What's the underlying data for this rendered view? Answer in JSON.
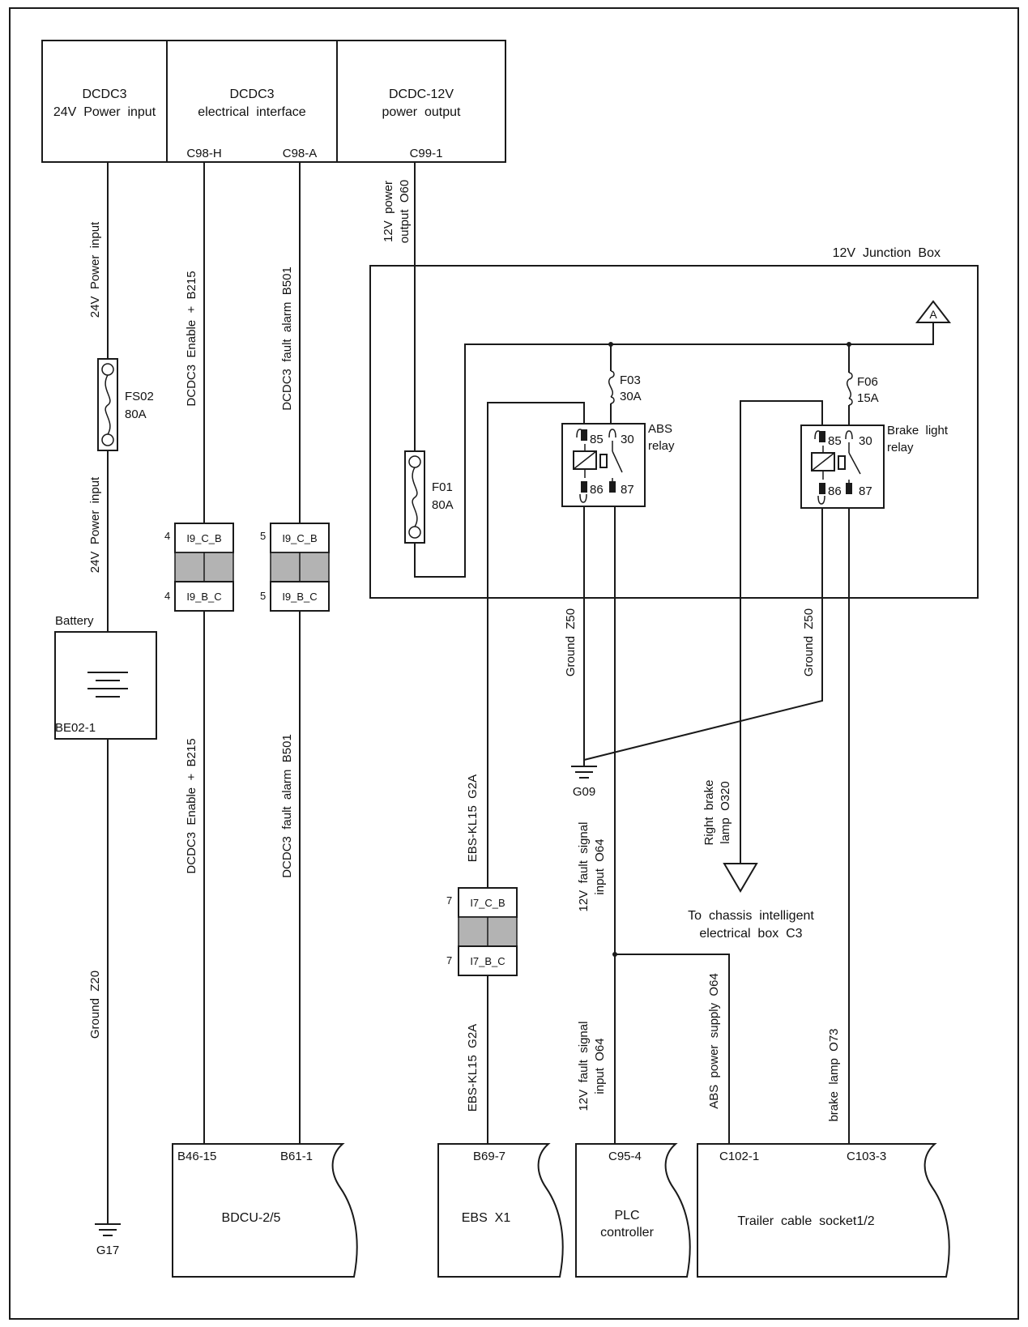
{
  "modules": {
    "dcdc_power_input": [
      "DCDC3",
      "24V  Power  input"
    ],
    "dcdc_interface": [
      "DCDC3",
      "electrical  interface"
    ],
    "dcdc_output": [
      "DCDC-12V",
      "power  output"
    ],
    "pin_c98h": "C98-H",
    "pin_c98a": "C98-A",
    "pin_c99": "C99-1"
  },
  "wires": {
    "power_24v_upper": "24V  Power  input",
    "power_24v_lower": "24V  Power  input",
    "enable_upper": "DCDC3  Enable  +  B215",
    "enable_lower": "DCDC3  Enable  +  B215",
    "fault_upper": "DCDC3  fault  alarm  B501",
    "fault_lower": "DCDC3  fault  alarm  B501",
    "power_12v_output": [
      "12V  power",
      "output  O60"
    ],
    "ground_z20": "Ground  Z20",
    "ground_z50_left": "Ground  Z50",
    "ground_z50_right": "Ground  Z50",
    "ebs_upper": "EBS-KL15  G2A",
    "ebs_lower": "EBS-KL15  G2A",
    "fault_signal_upper": [
      "12V  fault  signal",
      "input  O64"
    ],
    "fault_signal_lower": [
      "12V  fault  signal",
      "input  O64"
    ],
    "right_brake_lamp": [
      "Right  brake",
      "lamp  O320"
    ],
    "abs_power_supply": "ABS  power  supply  O64",
    "brake_lamp": "brake  lamp  O73"
  },
  "fuses": {
    "fs02": [
      "FS02",
      "80A"
    ],
    "f01": [
      "F01",
      "80A"
    ],
    "f03": [
      "F03",
      "30A"
    ],
    "f06": [
      "F06",
      "15A"
    ]
  },
  "junction_box": {
    "title": "12V  Junction  Box",
    "marker": "A"
  },
  "relays": {
    "abs": {
      "label": [
        "ABS",
        "relay"
      ],
      "pins": [
        "85",
        "30",
        "86",
        "87"
      ]
    },
    "brake": {
      "label": [
        "Brake  light",
        "relay"
      ],
      "pins": [
        "85",
        "30",
        "86",
        "87"
      ]
    }
  },
  "battery": {
    "label": "Battery",
    "id": "BE02-1"
  },
  "grounds": {
    "g17": "G17",
    "g09": "G09"
  },
  "connectors": {
    "i9_enable": {
      "num_top": "4",
      "top": "I9_C_B",
      "num_bottom": "4",
      "bottom": "I9_B_C"
    },
    "i9_fault": {
      "num_top": "5",
      "top": "I9_C_B",
      "num_bottom": "5",
      "bottom": "I9_B_C"
    },
    "i7_ebs": {
      "num_top": "7",
      "top": "I7_C_B",
      "num_bottom": "7",
      "bottom": "I7_B_C"
    }
  },
  "chassis_box": [
    "To  chassis  intelligent",
    "electrical  box  C3"
  ],
  "ecus": {
    "bdcu": {
      "pin1": "B46-15",
      "pin2": "B61-1",
      "name": "BDCU-2/5"
    },
    "ebs": {
      "pin1": "B69-7",
      "name": "EBS  X1"
    },
    "plc": {
      "pin1": "C95-4",
      "name": [
        "PLC",
        "controller"
      ]
    },
    "trailer": {
      "pin1": "C102-1",
      "pin2": "C103-3",
      "name": "Trailer  cable  socket1/2"
    }
  }
}
